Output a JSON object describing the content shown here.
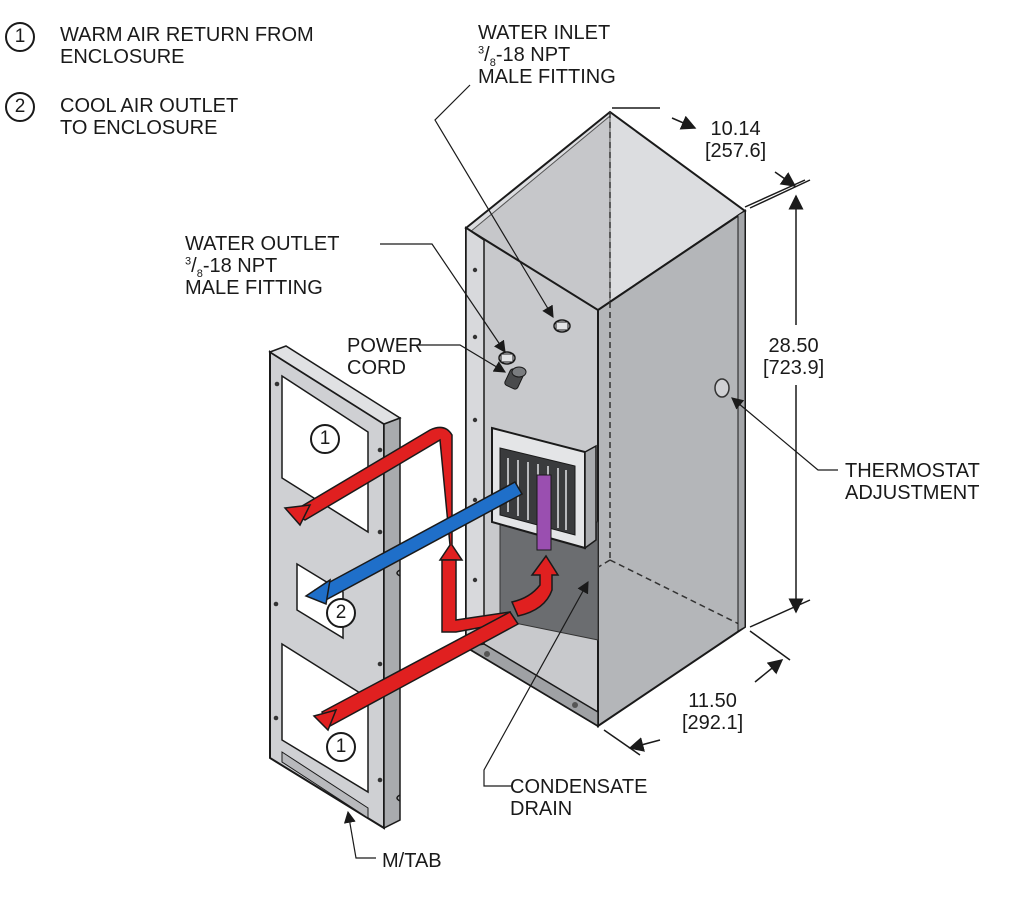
{
  "legend": [
    {
      "num": "1",
      "line1": "WARM AIR RETURN FROM",
      "line2": "ENCLOSURE"
    },
    {
      "num": "2",
      "line1": "COOL AIR OUTLET",
      "line2": "TO ENCLOSURE"
    }
  ],
  "callouts": {
    "water_inlet": {
      "line1": "WATER INLET",
      "frac_num": "3",
      "frac_den": "8",
      "line2_rest": "-18 NPT",
      "line3": "MALE FITTING"
    },
    "water_outlet": {
      "line1": "WATER OUTLET",
      "frac_num": "3",
      "frac_den": "8",
      "line2_rest": "-18 NPT",
      "line3": "MALE FITTING"
    },
    "power_cord": {
      "line1": "POWER",
      "line2": "CORD"
    },
    "thermostat": {
      "line1": "THERMOSTAT",
      "line2": "ADJUSTMENT"
    },
    "condensate": {
      "line1": "CONDENSATE",
      "line2": "DRAIN"
    },
    "mtab": "M/TAB"
  },
  "dimensions": {
    "depth": {
      "value": "10.14",
      "metric": "[257.6]"
    },
    "height": {
      "value": "28.50",
      "metric": "[723.9]"
    },
    "width": {
      "value": "11.50",
      "metric": "[292.1]"
    }
  },
  "panel_markers": [
    "1",
    "2",
    "1"
  ],
  "colors": {
    "warm_air": "#e02020",
    "cool_air": "#1f6fc9",
    "cabinet_front": "#c8c9cc",
    "cabinet_side": "#b4b6b9",
    "cabinet_top": "#dcdde0",
    "panel": "#cfd0d3",
    "line": "#1a1a1a"
  }
}
